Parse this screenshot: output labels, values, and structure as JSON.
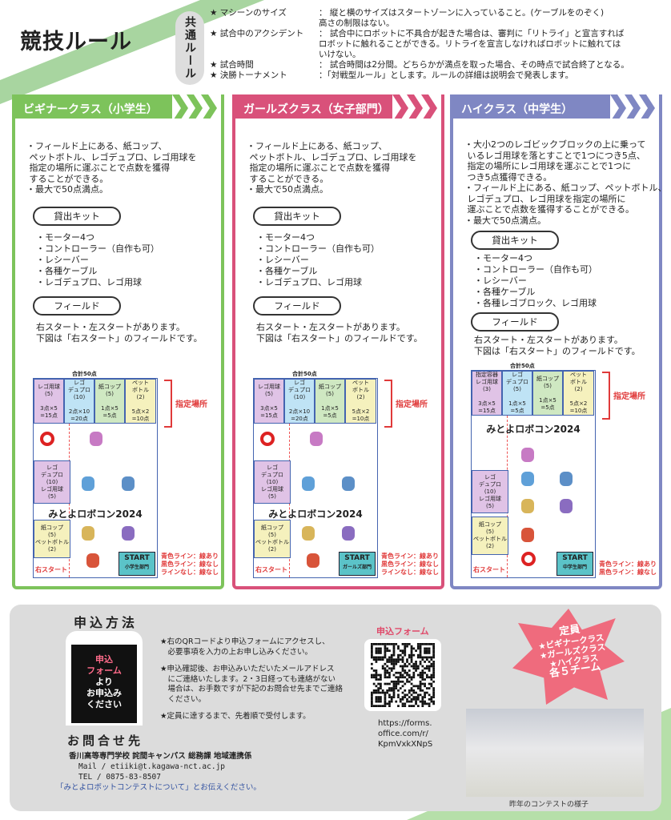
{
  "title": "競技ルール",
  "common_label": "共通ルール",
  "rules": [
    {
      "key": "★ マシーンのサイズ",
      "text": "： 縦と横のサイズはスタートゾーンに入っていること。(ケーブルをのぞく)\n高さの制限はない。"
    },
    {
      "key": "★ 試合中のアクシデント",
      "text": "： 試合中にロボットに不具合が起きた場合は、審判に「リトライ」と宣言すれば\nロボットに触れることができる。リトライを宣言しなければロボットに触れては\nいけない。"
    },
    {
      "key": "★ 試合時間",
      "text": "： 試合時間は2分間。どちらかが満点を取った場合、その時点で試合終了となる。"
    },
    {
      "key": "★ 決勝トーナメント",
      "text": "：「対戦型ルール」とします。ルールの詳細は説明会で発表します。"
    }
  ],
  "columns": [
    {
      "title": "ビギナークラス（小学生）",
      "color": "#7dc35b",
      "desc": "・フィールド上にある、紙コップ、\n ペットボトル、レゴデュプロ、レゴ用球を\n 指定の場所に運ぶことで点数を獲得\n することができる。\n・最大で50点満点。",
      "kit_label": "貸出キット",
      "kit": [
        "・モーター4つ",
        "・コントローラー（自作も可）",
        "・レシーバー",
        "・各種ケーブル",
        "・レゴデュプロ、レゴ用球"
      ],
      "field_label": "フィールド",
      "field_text": "右スタート・左スタートがあります。\n下図は「右スタート」のフィールドです。",
      "total": "合計50点",
      "spec": "指定場所",
      "cells": [
        "レゴ用球\n(5)\n\n3点×5\n=15点",
        "レゴ\nデュプロ\n(10)\n\n2点×10\n=20点",
        "紙コップ\n(5)\n\n1点×5\n=5点",
        "ペット\nボトル\n(2)\n\n5点×2\n=10点"
      ],
      "left_boxes": [
        "レゴ\nデュプロ\n(10)\nレゴ用球\n(5)",
        "紙コップ\n(5)\nペットボトル\n(2)"
      ],
      "field_title": "みとよロボコン2024",
      "start": "START",
      "division": "小学生部門",
      "right_start": "右スタート",
      "legend": [
        "青色ライン：線あり",
        "黒色ライン：線なし",
        "ラインなし：線なし"
      ]
    },
    {
      "title": "ガールズクラス（女子部門）",
      "color": "#d9517a",
      "desc": "・フィールド上にある、紙コップ、\n ペットボトル、レゴデュプロ、レゴ用球を\n 指定の場所に運ぶことで点数を獲得\n することができる。\n・最大で50点満点。",
      "kit_label": "貸出キット",
      "kit": [
        "・モーター4つ",
        "・コントローラー（自作も可）",
        "・レシーバー",
        "・各種ケーブル",
        "・レゴデュプロ、レゴ用球"
      ],
      "field_label": "フィールド",
      "field_text": "右スタート・左スタートがあります。\n下図は「右スタート」のフィールドです。",
      "total": "合計50点",
      "spec": "指定場所",
      "cells": [
        "レゴ用球\n(5)\n\n3点×5\n=15点",
        "レゴ\nデュプロ\n(10)\n\n2点×10\n=20点",
        "紙コップ\n(5)\n\n1点×5\n=5点",
        "ペット\nボトル\n(2)\n\n5点×2\n=10点"
      ],
      "left_boxes": [
        "レゴ\nデュプロ\n(10)\nレゴ用球\n(5)",
        "紙コップ\n(5)\nペットボトル\n(2)"
      ],
      "field_title": "みとよロボコン2024",
      "start": "START",
      "division": "ガールズ部門",
      "right_start": "右スタート",
      "legend": [
        "青色ライン：線あり",
        "黒色ライン：線なし",
        "ラインなし：線なし"
      ]
    },
    {
      "title": "ハイクラス（中学生）",
      "color": "#7f87c3",
      "desc": "・大小2つのレゴビックブロックの上に乗って\n いるレゴ用球を落とすことで1つにつき5点、\n 指定の場所にレゴ用球を運ぶことで1つに\n つき5点獲得できる。\n・フィールド上にある、紙コップ、ペットボトル、\n レゴデュプロ、レゴ用球を指定の場所に\n 運ぶことで点数を獲得することができる。\n・最大で50点満点。",
      "kit_label": "貸出キット",
      "kit": [
        "・モーター4つ",
        "・コントローラー（自作も可）",
        "・レシーバー",
        "・各種ケーブル",
        "・各種レゴブロック、レゴ用球"
      ],
      "field_label": "フィールド",
      "field_text": "右スタート・左スタートがあります。\n下図は「右スタート」のフィールドです。",
      "total": "合計50点",
      "spec": "指定場所",
      "cells": [
        "指定容器\nレゴ用球\n(3)\n\n3点×5\n=15点",
        "レゴ\nデュプロ\n(5)\n\n1点×5\n=5点",
        "紙コップ\n(5)\n\n1点×5\n=5点",
        "ペット\nボトル\n(2)\n\n5点×2\n=10点"
      ],
      "left_boxes": [
        "レゴ\nデュプロ\n(10)\nレゴ用球\n(5)",
        "紙コップ\n(5)\nペットボトル\n(2)"
      ],
      "field_title": "みとよロボコン2024",
      "start": "START",
      "division": "中学生部門",
      "right_start": "右スタート",
      "legend": [
        "青色ライン：線あり",
        "黒色ライン：線なし"
      ]
    }
  ],
  "apply": {
    "heading": "申込方法",
    "phone_lines": [
      "申込",
      "フォーム",
      "より",
      "お申込み",
      "ください"
    ],
    "instructions": [
      "★右のQRコードより申込フォームにアクセスし、\n　必要事項を入力の上お申し込みください。",
      "★申込確認後、お申込みいただいたメールアドレス\n　にご連絡いたします。2・3日経っても連絡がない\n　場合は、お手数ですが下記のお問合せ先までご連絡\n　ください。",
      "★定員に達するまで、先着順で受付します。"
    ],
    "form_label": "申込フォーム",
    "url": "https://forms.\noffice.com/r/\nKpmVxkXNpS"
  },
  "contact": {
    "heading": "お問合せ先",
    "org": "香川高等専門学校 詫間キャンパス 総務課 地域連携係",
    "mail": "Mail / etiiki@t.kagawa-nct.ac.jp",
    "tel": "TEL  / 0875-83-8507",
    "note": "「みとよロボットコンテストについて」とお伝えください。"
  },
  "capacity": {
    "title": "定員",
    "lines": [
      "★ビギナークラス",
      "★ガールズクラス",
      "★ハイクラス"
    ],
    "count": "各５チーム"
  },
  "photo_caption": "昨年のコンテストの様子"
}
